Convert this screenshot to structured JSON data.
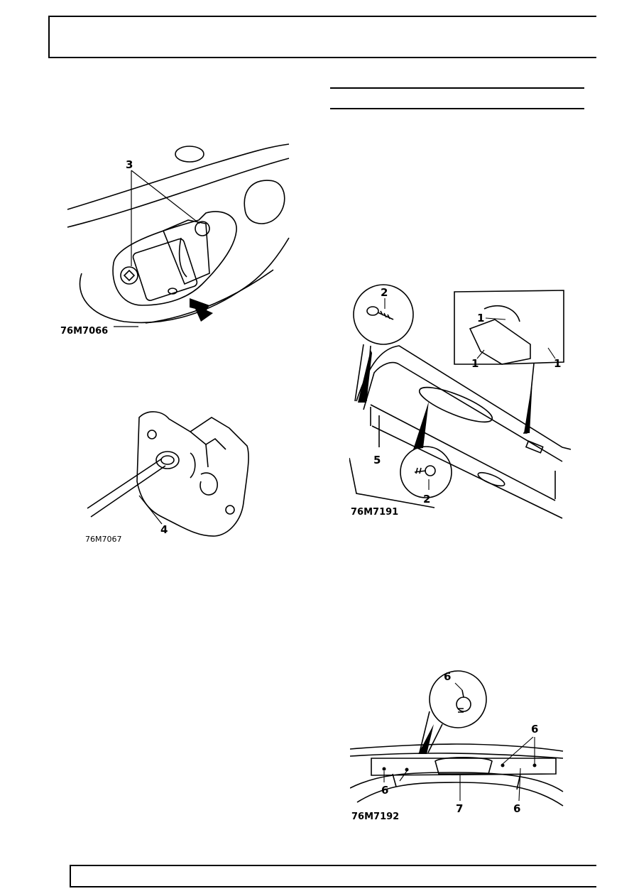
{
  "figures": {
    "fig_a": {
      "code": "76M7066",
      "callout_3": "3"
    },
    "fig_b": {
      "code": "76M7067",
      "callout_4": "4"
    },
    "fig_c": {
      "code": "76M7191",
      "callout_2": "2",
      "callout_1": "1",
      "callout_5": "5"
    },
    "fig_d": {
      "code": "76M7192",
      "callout_6": "6",
      "callout_7": "7"
    }
  }
}
